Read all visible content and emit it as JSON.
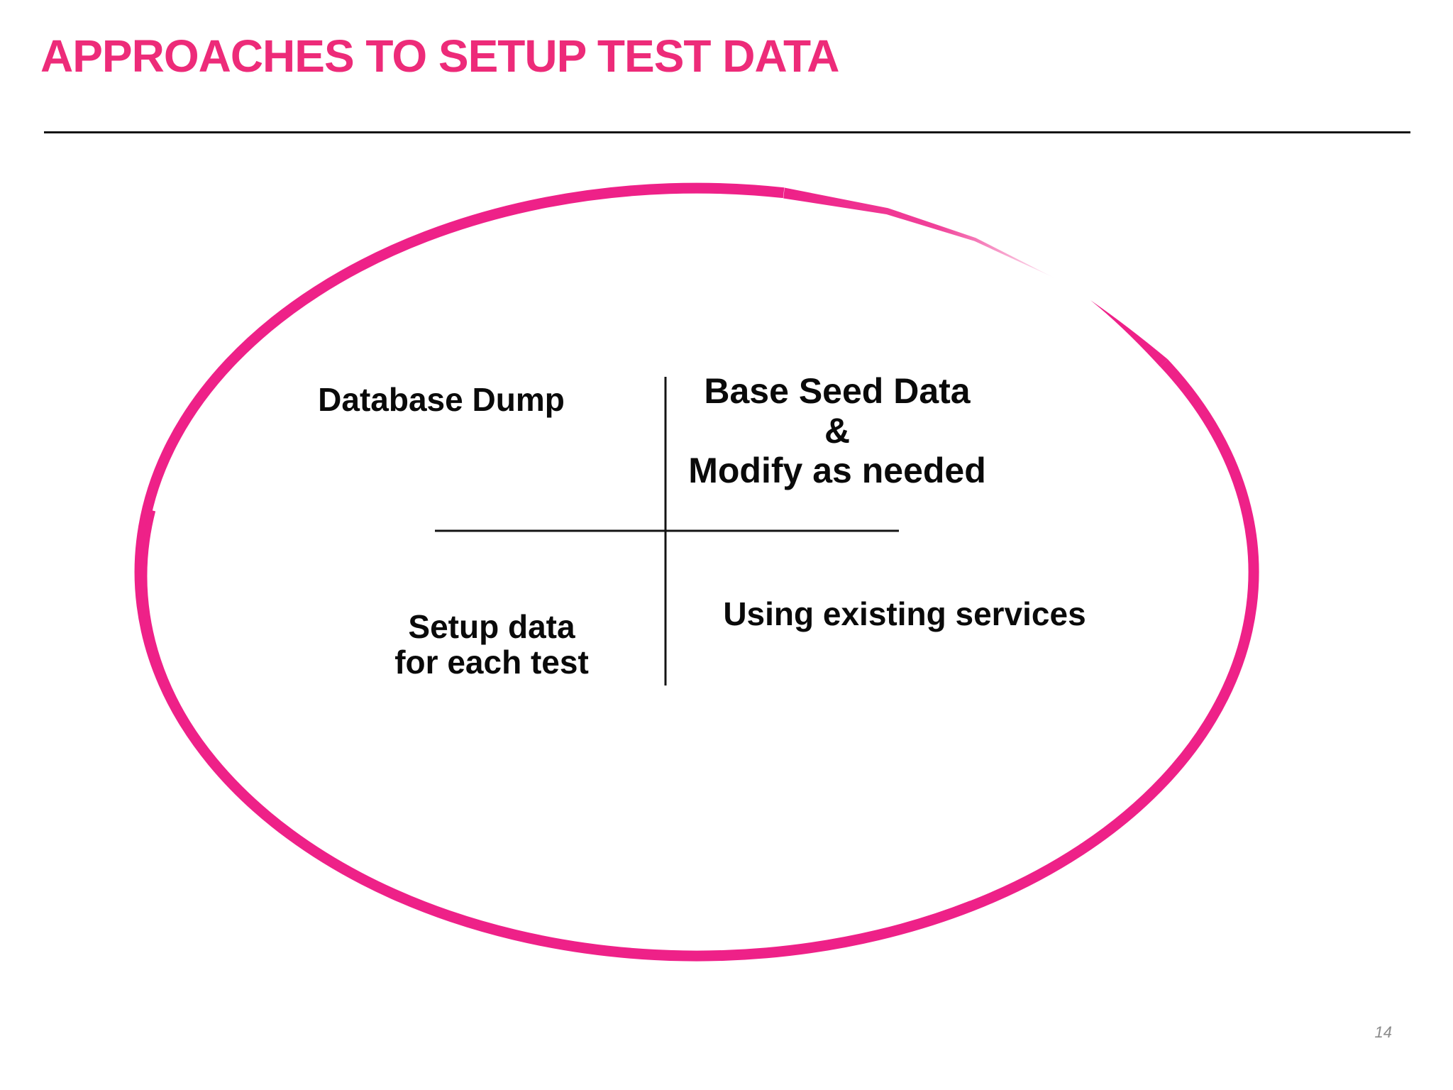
{
  "slide": {
    "title": "APPROACHES TO SETUP TEST DATA",
    "page_number": "14"
  },
  "diagram": {
    "quadrants": {
      "top_left": {
        "lines": [
          "Database Dump"
        ]
      },
      "top_right": {
        "lines": [
          "Base Seed Data",
          "&",
          "Modify as needed"
        ]
      },
      "bottom_left": {
        "lines": [
          "Setup data",
          "for each test"
        ]
      },
      "bottom_right": {
        "lines": [
          "Using existing services"
        ]
      }
    }
  },
  "colors": {
    "title_pink": "#ED2B79",
    "ellipse_pink": "#EE2188",
    "divider_black": "#141414",
    "label_black": "#0a0a0a",
    "page_gray": "#8a8a8a"
  }
}
